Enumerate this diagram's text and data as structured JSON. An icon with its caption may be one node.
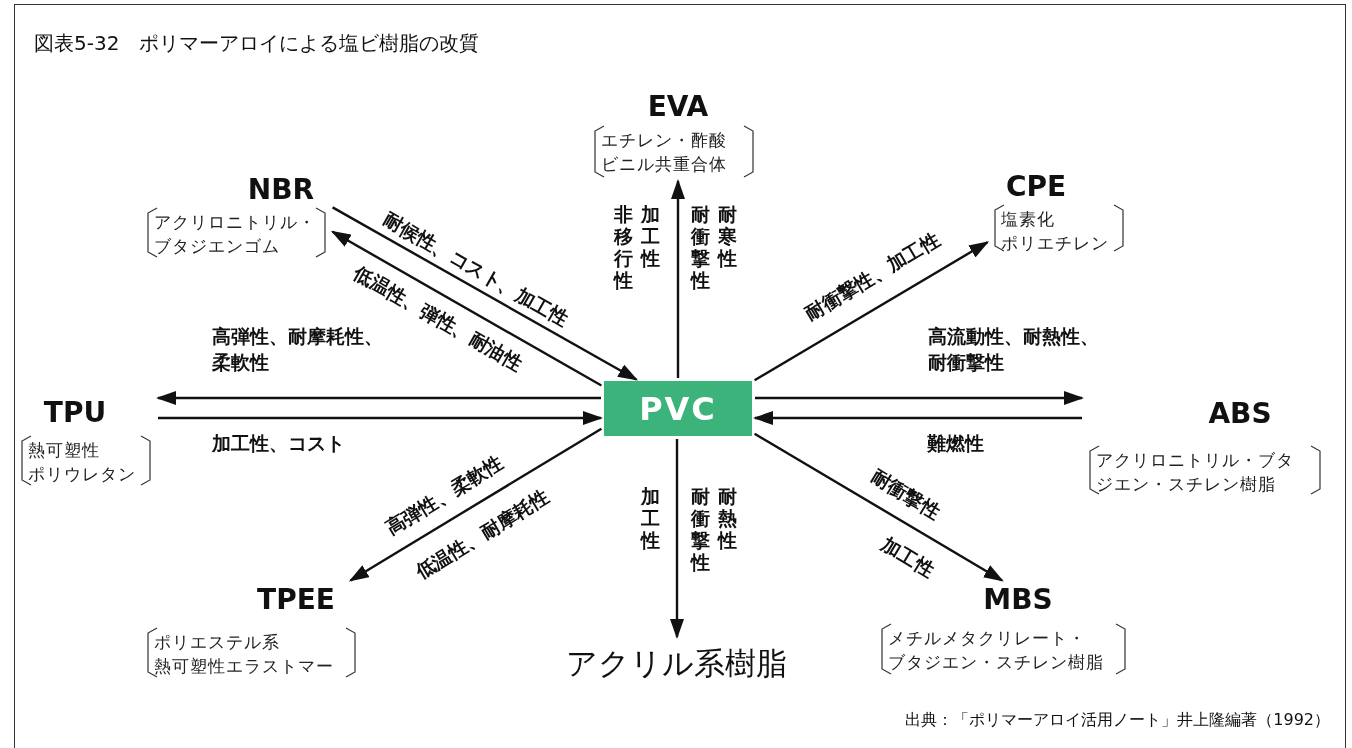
{
  "diagram": {
    "title": "図表5-32　ポリマーアロイによる塩ビ樹脂の改質",
    "caption": "出典：「ポリマーアロイ活用ノート」井上隆編著（1992）",
    "nodes": [
      {
        "text": [
          "PVC"
        ]
      },
      {
        "text": [
          "EVA",
          "エチレン・酢酸ビニル共重合体"
        ]
      },
      {
        "text": [
          "CPE",
          "塩素化ポリエチレン"
        ]
      },
      {
        "text": [
          "ABS",
          "アクリロニトリル・ブタジエン・スチレン樹脂"
        ]
      },
      {
        "text": [
          "MBS",
          "メチルメタクリレート・ブタジエン・スチレン樹脂"
        ]
      },
      {
        "text": [
          "アクリル系樹脂"
        ]
      },
      {
        "text": [
          "TPEE",
          "ポリエステル系熱可塑性エラストマー"
        ]
      },
      {
        "text": [
          "TPU",
          "熱可塑性ポリウレタン"
        ]
      },
      {
        "text": [
          "NBR",
          "アクリロニトリル・ブタジエンゴム"
        ]
      }
    ],
    "edges": [
      {
        "from": 0,
        "to": 1,
        "arrow": "to",
        "label": "加工性"
      },
      {
        "from": 0,
        "to": 2,
        "arrow": "to",
        "label": "耐衝撃性、加工性"
      },
      {
        "from": 0,
        "to": 3,
        "arrow": "to",
        "label": "高流動性、耐熱性、耐衝撃性"
      },
      {
        "from": 3,
        "to": 0,
        "arrow": "to",
        "label": "難燃性"
      },
      {
        "from": 0,
        "to": 4,
        "arrow": "to",
        "label": "耐衝撃性"
      },
      {
        "from": 0,
        "to": 5,
        "arrow": "to",
        "label": "加工性"
      },
      {
        "from": 0,
        "to": 6,
        "arrow": "to",
        "label": "高弾性、柔軟性"
      },
      {
        "from": 0,
        "to": 7,
        "arrow": "to",
        "label": "高弾性、耐摩耗性、柔軟性"
      },
      {
        "from": 7,
        "to": 0,
        "arrow": "to",
        "label": "加工性、コスト"
      },
      {
        "from": 0,
        "to": 8,
        "arrow": "to",
        "label": "低温性、弾性、耐油性"
      },
      {
        "from": 8,
        "to": 0,
        "arrow": "to",
        "label": "耐候性、コスト、加工性"
      }
    ],
    "labels": [
      "非移行性",
      "耐衝撃性",
      "耐寒性",
      "低温性、耐摩耗性",
      "耐衝撃性",
      "耐熱性",
      "加工性"
    ]
  }
}
